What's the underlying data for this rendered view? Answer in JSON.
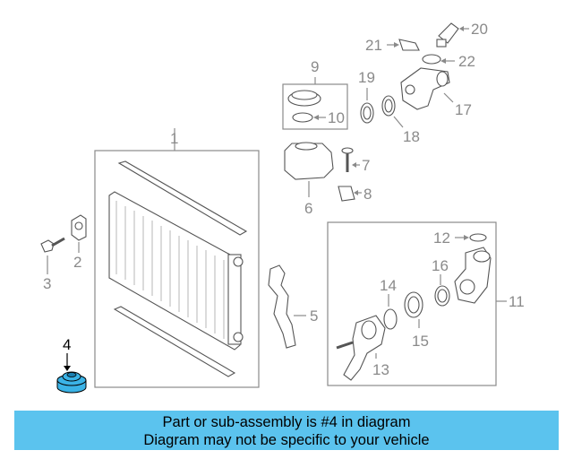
{
  "callouts": {
    "c1": "1",
    "c2": "2",
    "c3": "3",
    "c4": "4",
    "c5": "5",
    "c6": "6",
    "c7": "7",
    "c8": "8",
    "c9": "9",
    "c10": "10",
    "c11": "11",
    "c12": "12",
    "c13": "13",
    "c14": "14",
    "c15": "15",
    "c16": "16",
    "c17": "17",
    "c18": "18",
    "c19": "19",
    "c20": "20",
    "c21": "21",
    "c22": "22"
  },
  "banner": {
    "line1": "Part or sub-assembly is #4 in diagram",
    "line2": "Diagram may not be specific to your vehicle"
  },
  "colors": {
    "banner_bg": "#5bc3ee",
    "highlight_part": "#3bb3e6",
    "line_gray": "#8a8a8a"
  }
}
